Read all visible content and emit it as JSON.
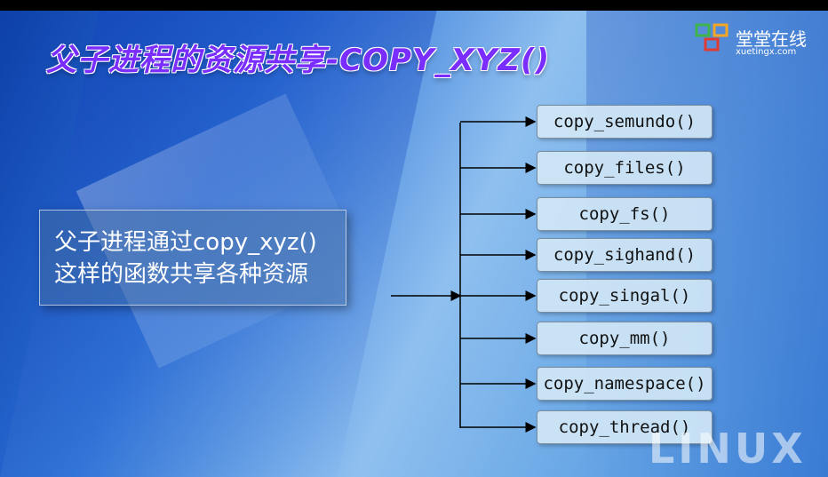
{
  "title": "父子进程的资源共享-COPY_XYZ()",
  "watermark": {
    "main": "堂堂在线",
    "sub": "xuetingx.com"
  },
  "description": {
    "line1": "父子进程通过copy_xyz()",
    "line2": "这样的函数共享各种资源"
  },
  "functions": [
    "copy_semundo()",
    "copy_files()",
    "copy_fs()",
    "copy_sighand()",
    "copy_singal()",
    "copy_mm()",
    "copy_namespace()",
    "copy_thread()"
  ],
  "corner_mark": "LINUX",
  "colors": {
    "title": "#7a2dff",
    "box_fill": "#d0e6f5",
    "arrow": "#000000"
  }
}
